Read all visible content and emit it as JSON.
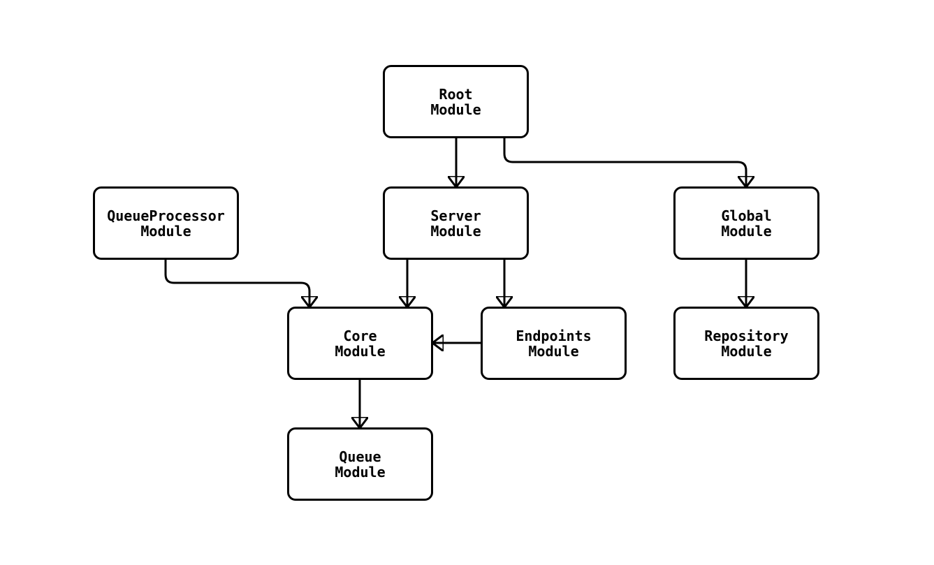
{
  "diagram": {
    "type": "flowchart",
    "background_color": "#ffffff",
    "node_border_color": "#000000",
    "node_fill_color": "#ffffff",
    "edge_color": "#000000",
    "nodes": [
      {
        "id": "root",
        "label": "Root\nModule"
      },
      {
        "id": "queueprocessor",
        "label": "QueueProcessor\nModule"
      },
      {
        "id": "server",
        "label": "Server\nModule"
      },
      {
        "id": "global",
        "label": "Global\nModule"
      },
      {
        "id": "core",
        "label": "Core\nModule"
      },
      {
        "id": "endpoints",
        "label": "Endpoints\nModule"
      },
      {
        "id": "repository",
        "label": "Repository\nModule"
      },
      {
        "id": "queue",
        "label": "Queue\nModule"
      }
    ],
    "edges": [
      {
        "from": "Root Module",
        "to": "Server Module"
      },
      {
        "from": "Root Module",
        "to": "Global Module"
      },
      {
        "from": "QueueProcessor Module",
        "to": "Core Module"
      },
      {
        "from": "Server Module",
        "to": "Core Module"
      },
      {
        "from": "Server Module",
        "to": "Endpoints Module"
      },
      {
        "from": "Endpoints Module",
        "to": "Core Module"
      },
      {
        "from": "Global Module",
        "to": "Repository Module"
      },
      {
        "from": "Core Module",
        "to": "Queue Module"
      }
    ]
  }
}
